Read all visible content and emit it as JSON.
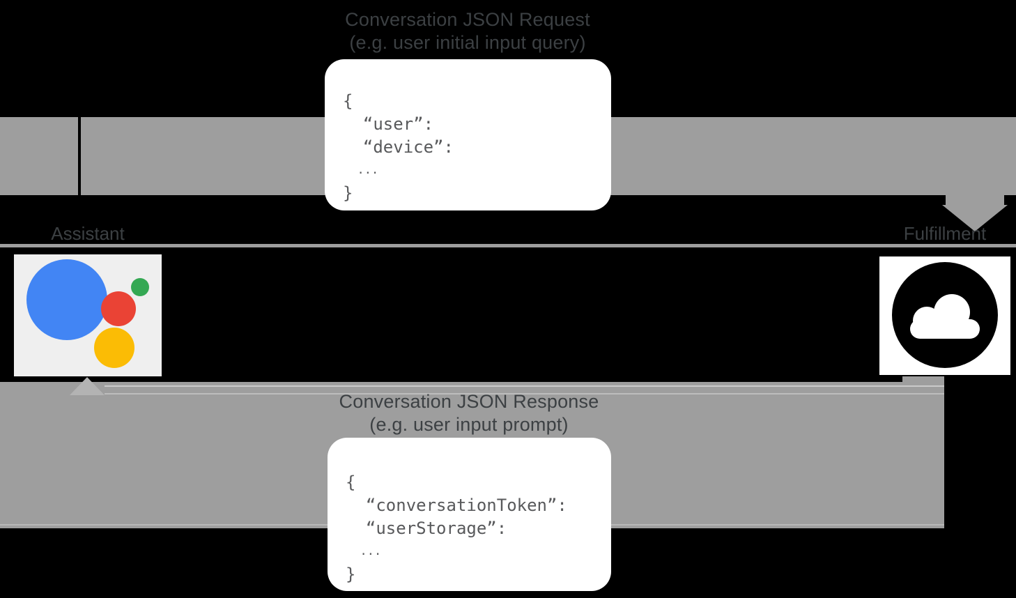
{
  "request": {
    "title_line1": "Conversation JSON Request",
    "title_line2": "(e.g. user initial input query)",
    "code": [
      "{",
      "  “user”:",
      "  “device”:",
      "  ...",
      "}"
    ]
  },
  "response": {
    "title_line1": "Conversation JSON Response",
    "title_line2": "(e.g. user input prompt)",
    "code": [
      "{",
      "  “conversationToken”:",
      "  “userStorage”:",
      "  ...",
      "}"
    ]
  },
  "nodes": {
    "assistant_label": "Assistant",
    "fulfillment_label": "Fulfillment"
  },
  "icons": {
    "assistant": "google-assistant-logo",
    "fulfillment": "cloud-icon"
  },
  "colors": {
    "background": "#000000",
    "arrow": "#9e9e9e",
    "title_text": "#3c4043",
    "code_text": "#58595b",
    "code_box_background": "#ffffff",
    "assistant_tile": "#efefef",
    "fulfillment_tile": "#ffffff",
    "google_blue": "#4285f4",
    "google_red": "#ea4335",
    "google_green": "#34a853",
    "google_yellow": "#fbbc05",
    "cloud_icon": "#000000"
  }
}
